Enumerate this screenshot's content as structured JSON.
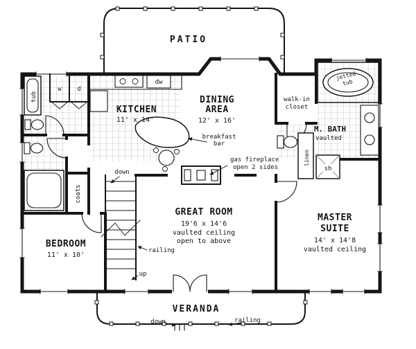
{
  "colors": {
    "ink": "#151515",
    "paper": "#ffffff",
    "tile_line": "#9a9a9a"
  },
  "rooms": {
    "patio": {
      "name": "PATIO"
    },
    "kitchen": {
      "name": "KITCHEN",
      "dims": "11' x 14'"
    },
    "dining": {
      "name1": "DINING",
      "name2": "AREA",
      "dims": "12' x 16'"
    },
    "great_room": {
      "name": "GREAT ROOM",
      "dims": "19'6 x 14'6",
      "note1": "vaulted ceiling",
      "note2": "open to above"
    },
    "master": {
      "name1": "MASTER",
      "name2": "SUITE",
      "dims": "14' x 14'8",
      "note": "vaulted ceiling"
    },
    "bedroom": {
      "name": "BEDROOM",
      "dims": "11' x 10'"
    },
    "mbath": {
      "name": "M. BATH",
      "note": "vaulted"
    },
    "walkin": {
      "name1": "walk-in",
      "name2": "closet"
    },
    "veranda": {
      "name": "VERANDA"
    }
  },
  "labels": {
    "tub": "tub",
    "washer": "w",
    "dryer": "d",
    "dishwasher": "dw",
    "breakfast1": "breakfast",
    "breakfast2": "bar",
    "jetted1": "jetted",
    "jetted2": "tub",
    "linen": "linen",
    "shower": "sh",
    "fireplace1": "gas fireplace",
    "fireplace2": "open 2 sides",
    "coats": "coats",
    "stairs_down": "down",
    "stairs_up": "up",
    "stairs_railing": "railing",
    "veranda_down": "down",
    "veranda_railing": "railing"
  }
}
